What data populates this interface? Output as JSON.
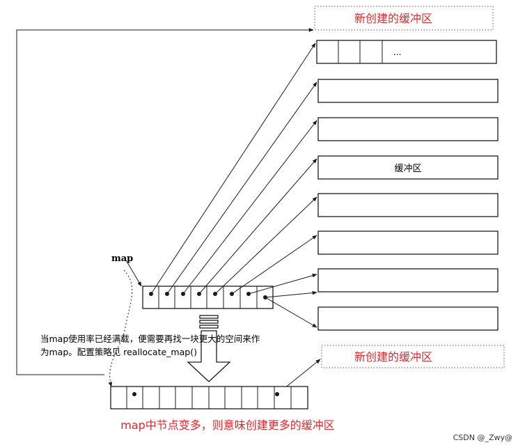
{
  "labels": {
    "new_buffer_top": "新创建的缓冲区",
    "new_buffer_bottom": "新创建的缓冲区",
    "buffer": "缓冲区",
    "ellipsis": "...",
    "map": "map",
    "note_line1": "当map使用率已经满载，便需要再找一块更大的空间来作",
    "note_line2": "为map。配置策略见 reallocate_map()",
    "bottom_caption": "map中节点变多，则意味创建更多的缓冲区",
    "watermark": "CSDN @_Zwy@"
  },
  "colors": {
    "accent_red": "#e8262b",
    "line": "#1a1a1a",
    "dotted_border": "#555555"
  }
}
